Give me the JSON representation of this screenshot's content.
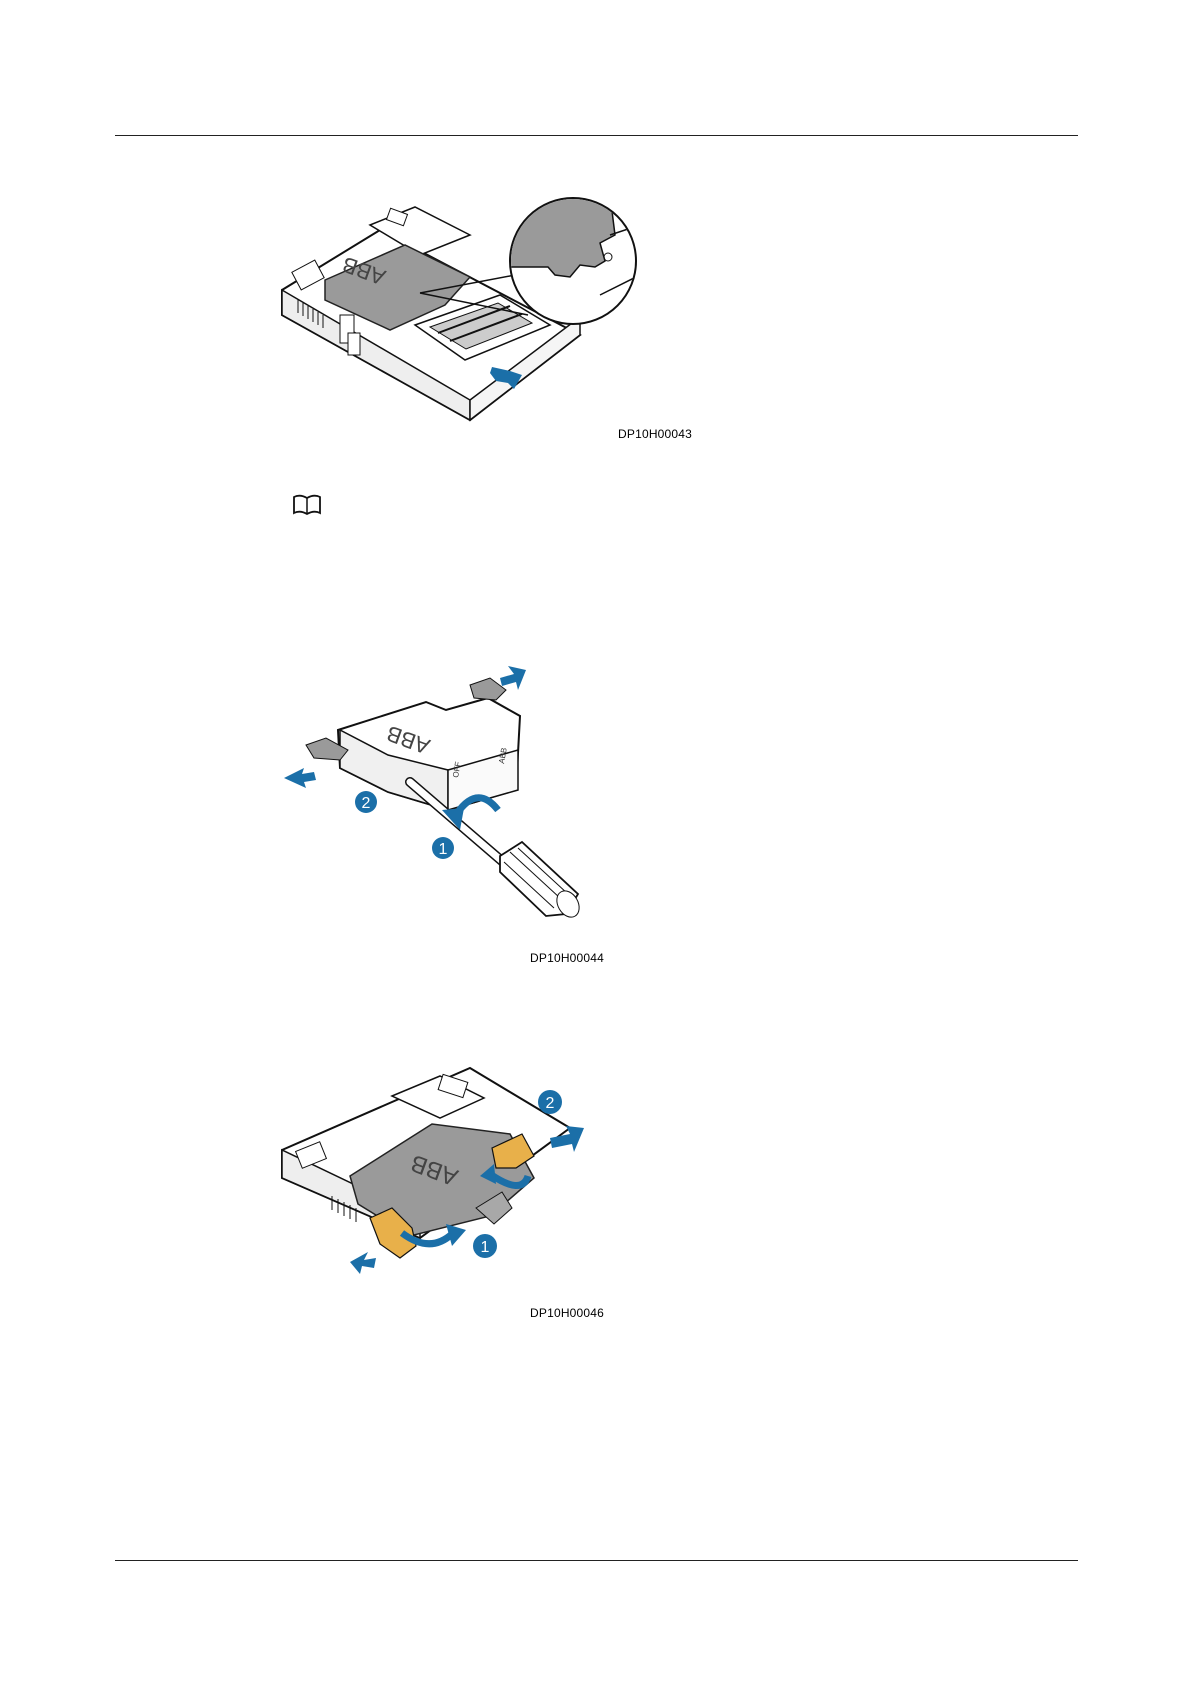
{
  "page": {
    "figures": [
      {
        "code": "DP10H00043",
        "label": "ABB",
        "icon": "breaker-removal-illustration"
      },
      {
        "code": "DP10H00044",
        "label": "ABB",
        "icon": "screwdriver-release-illustration",
        "callouts": [
          "1",
          "2"
        ]
      },
      {
        "code": "DP10H00046",
        "label": "ABB",
        "icon": "breaker-install-illustration",
        "callouts": [
          "1",
          "2"
        ]
      }
    ],
    "note": {
      "icon": "book-note-icon"
    },
    "breaker_small_marks": [
      "OFF",
      "ABB"
    ],
    "colors": {
      "accent_blue": "#1b6fa8",
      "latch_orange": "#e8b04a",
      "breaker_gray": "#9a9a9a"
    }
  }
}
